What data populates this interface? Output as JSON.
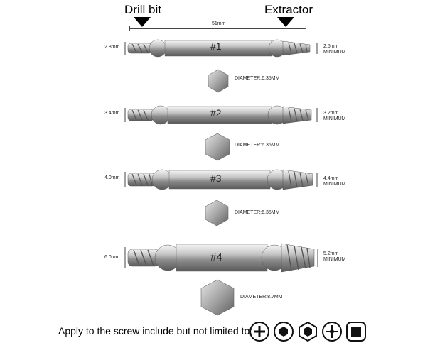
{
  "header": {
    "drill_label": "Drill bit",
    "extractor_label": "Extractor",
    "length_label": "51mm"
  },
  "bits": [
    {
      "number": "#1",
      "drill_size": "2.8mm",
      "extractor_size": "2.5mm",
      "extractor_note": "MINIMUM",
      "diameter": "DIAMETER:6.35MM"
    },
    {
      "number": "#2",
      "drill_size": "3.4mm",
      "extractor_size": "3.2mm",
      "extractor_note": "MINIMUM",
      "diameter": "DIAMETER:6.35MM"
    },
    {
      "number": "#3",
      "drill_size": "4.0mm",
      "extractor_size": "4.4mm",
      "extractor_note": "MINIMUM",
      "diameter": "DIAMETER:6.35MM"
    },
    {
      "number": "#4",
      "drill_size": "6.0mm",
      "extractor_size": "5.2mm",
      "extractor_note": "MINIMUM",
      "diameter": "DIAMETER:8.7MM"
    }
  ],
  "footer": {
    "text": "Apply to the screw include but not limited to:",
    "screw_types": [
      "phillips-icon",
      "hex-socket-icon",
      "hex-head-icon",
      "torx-icon",
      "square-drive-icon"
    ]
  }
}
